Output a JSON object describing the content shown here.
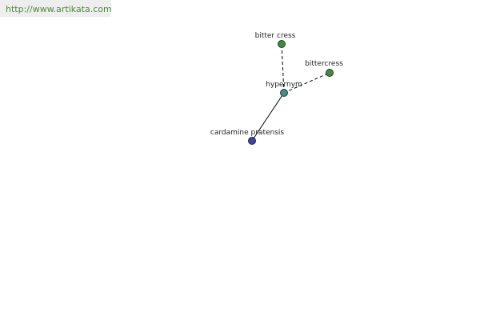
{
  "site": {
    "url": "http://www.artikata.com"
  },
  "colors": {
    "banner_text": "#4f8a3a",
    "banner_bg": "#eeeeee",
    "node_synonym": "#3f8a3f",
    "node_hypernym": "#3f8f8a",
    "node_root": "#3a46a0",
    "edge": "#000000"
  },
  "graph": {
    "nodes": [
      {
        "id": "bitter-cress",
        "label": "bitter cress",
        "kind": "synonym"
      },
      {
        "id": "bittercress",
        "label": "bittercress",
        "kind": "synonym"
      },
      {
        "id": "hypernym",
        "label": "hypernym",
        "kind": "hypernym"
      },
      {
        "id": "cardamine-pratensis",
        "label": "cardamine pratensis",
        "kind": "root"
      }
    ],
    "edges": [
      {
        "from": "hypernym",
        "to": "bitter-cress",
        "style": "dashed"
      },
      {
        "from": "hypernym",
        "to": "bittercress",
        "style": "dashed"
      },
      {
        "from": "hypernym",
        "to": "cardamine-pratensis",
        "style": "solid"
      }
    ]
  }
}
